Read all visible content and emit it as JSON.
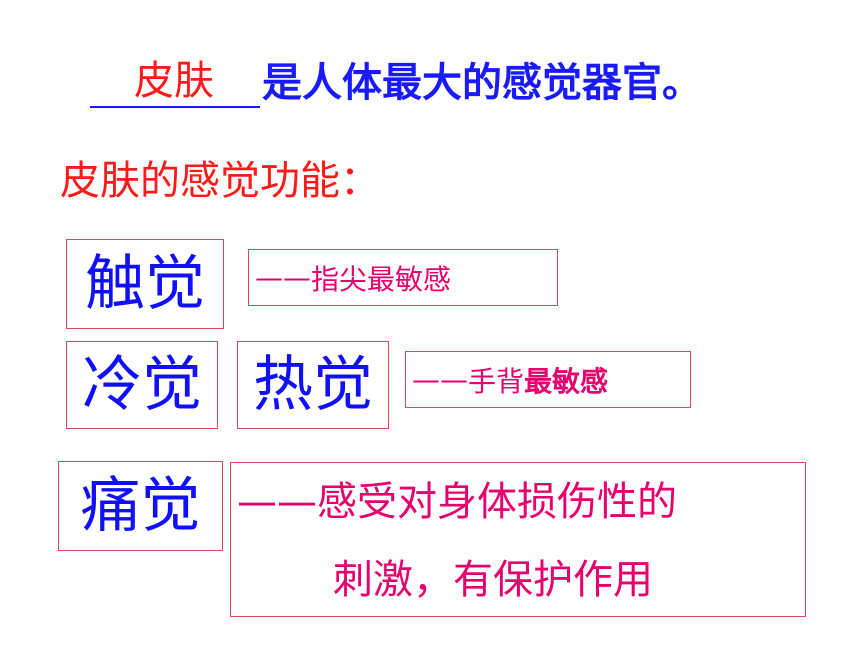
{
  "title": {
    "answer": "皮肤",
    "rest": "是人体最大的感觉器官。"
  },
  "subtitle": "皮肤的感觉功能：",
  "senses": {
    "touch": {
      "word": "触觉",
      "note_prefix": "——",
      "note": "指尖最敏感"
    },
    "cold": {
      "word": "冷觉"
    },
    "heat": {
      "word": "热觉",
      "note_prefix": "——",
      "note_plain": "手背",
      "note_bold": "最敏感"
    },
    "pain": {
      "word": "痛觉",
      "note_line1": "——感受对身体损伤性的",
      "note_line2": "刺激，有保护作用"
    }
  },
  "colors": {
    "blue": "#1010ff",
    "red": "#ff1a1a",
    "magenta": "#e6006e",
    "box_border": "#d64a5a"
  }
}
